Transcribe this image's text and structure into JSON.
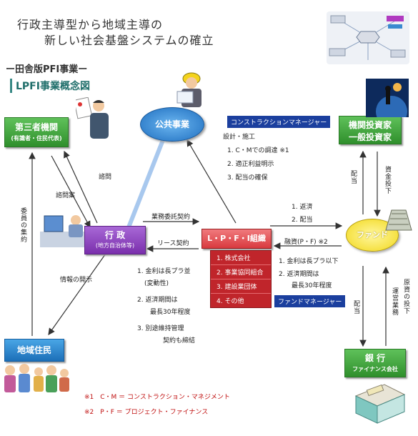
{
  "title": {
    "line1": "行政主導型から地域主導の",
    "line2": "新しい社会基盤システムの確立"
  },
  "subtitle": "ー田舎版PFI事業ー",
  "concept_title": "LPFI事業概念図",
  "nodes": {
    "third_party": {
      "line1": "第三者機関",
      "line2": "(有識者・住民代表)"
    },
    "public_works": "公共事業",
    "institutional_investors": {
      "line1": "機関投資家",
      "line2": "一般投資家"
    },
    "gyosei": {
      "line1": "行 政",
      "line2": "(地方自治体等)"
    },
    "lpfi_org": "L・P・F・I組織",
    "fund": "ファンド",
    "residents": "地域住民",
    "bank": {
      "line1": "銀 行",
      "line2": "ファイナンス会社"
    }
  },
  "cm_box": "コンストラクションマネージャー",
  "cm_items": [
    "設計・施工",
    "1. C・Mでの調達 ※1",
    "2. 適正利益明示",
    "3. 配当の確保"
  ],
  "fund_manager_box": "ファンドマネージャー",
  "lpfi_members": [
    "1. 株式会社",
    "2. 事業協同組合",
    "3. 建設業団体",
    "4. その他"
  ],
  "labels": {
    "shimon": "諮問",
    "shimon_an": "諮問案",
    "iin_shuyaku": "委員の集約",
    "gyomu_itaku": "業務委託契約",
    "lease": "リース契約",
    "joho_kaiji": "情報の開示",
    "hensai": "1. 返済",
    "haito2": "2. 配当",
    "yushi": "融資(P・F) ※2",
    "haito_v1": "配当",
    "shikin_toka": "資金投下",
    "haito_v2": "配当",
    "un_ei_gyomu": "運営業務",
    "genshi_toka": "原資の投下"
  },
  "lease_terms": [
    "1. 金利は長プラ並",
    "(変動性)",
    "2. 返済期間は",
    "最長30年程度",
    "3. 別途維持管理",
    "契約も締結"
  ],
  "loan_terms": [
    "1. 金利は長プラ以下",
    "2. 返済期間は",
    "最長30年程度"
  ],
  "notes": [
    "※1　C・M ＝ コンストラクション・マネジメント",
    "※2　P・F ＝ プロジェクト・ファイナンス"
  ],
  "colors": {
    "green": "#3aa236",
    "blue": "#2580cc",
    "purple": "#8b3fb5",
    "lpfi_red": "#e54a4e",
    "fund_yellow": "#f7e23a",
    "navy": "#1b3f9e"
  }
}
